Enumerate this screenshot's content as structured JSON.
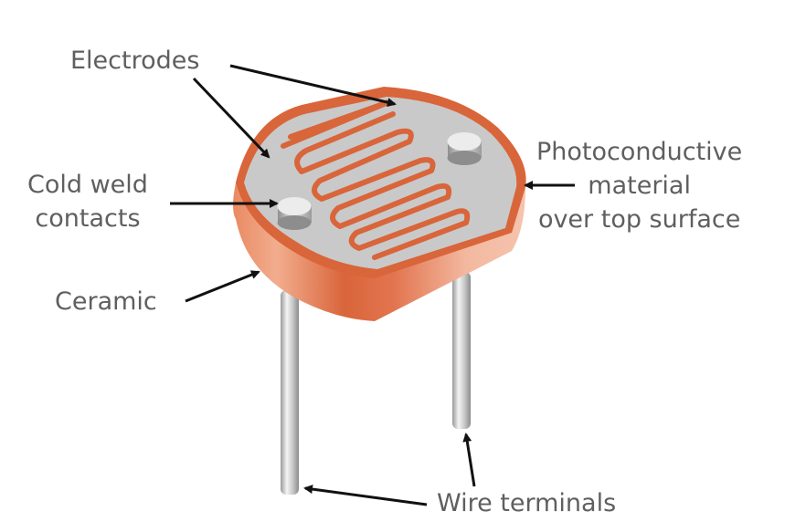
{
  "labels": {
    "electrodes": "Electrodes",
    "cold_weld_line1": "Cold weld",
    "cold_weld_line2": "contacts",
    "ceramic": "Ceramic",
    "photo_line1": "Photoconductive",
    "photo_line2": "material",
    "photo_line3": "over top surface",
    "wire_terminals": "Wire terminals"
  },
  "colors": {
    "ceramic_orange": "#d9653a",
    "ceramic_light": "#f0b49a",
    "top_surface_gray": "#c9c9c9",
    "wire_silver": "#d0d0d0",
    "label_text": "#5f5f5f",
    "arrow": "#111111"
  }
}
